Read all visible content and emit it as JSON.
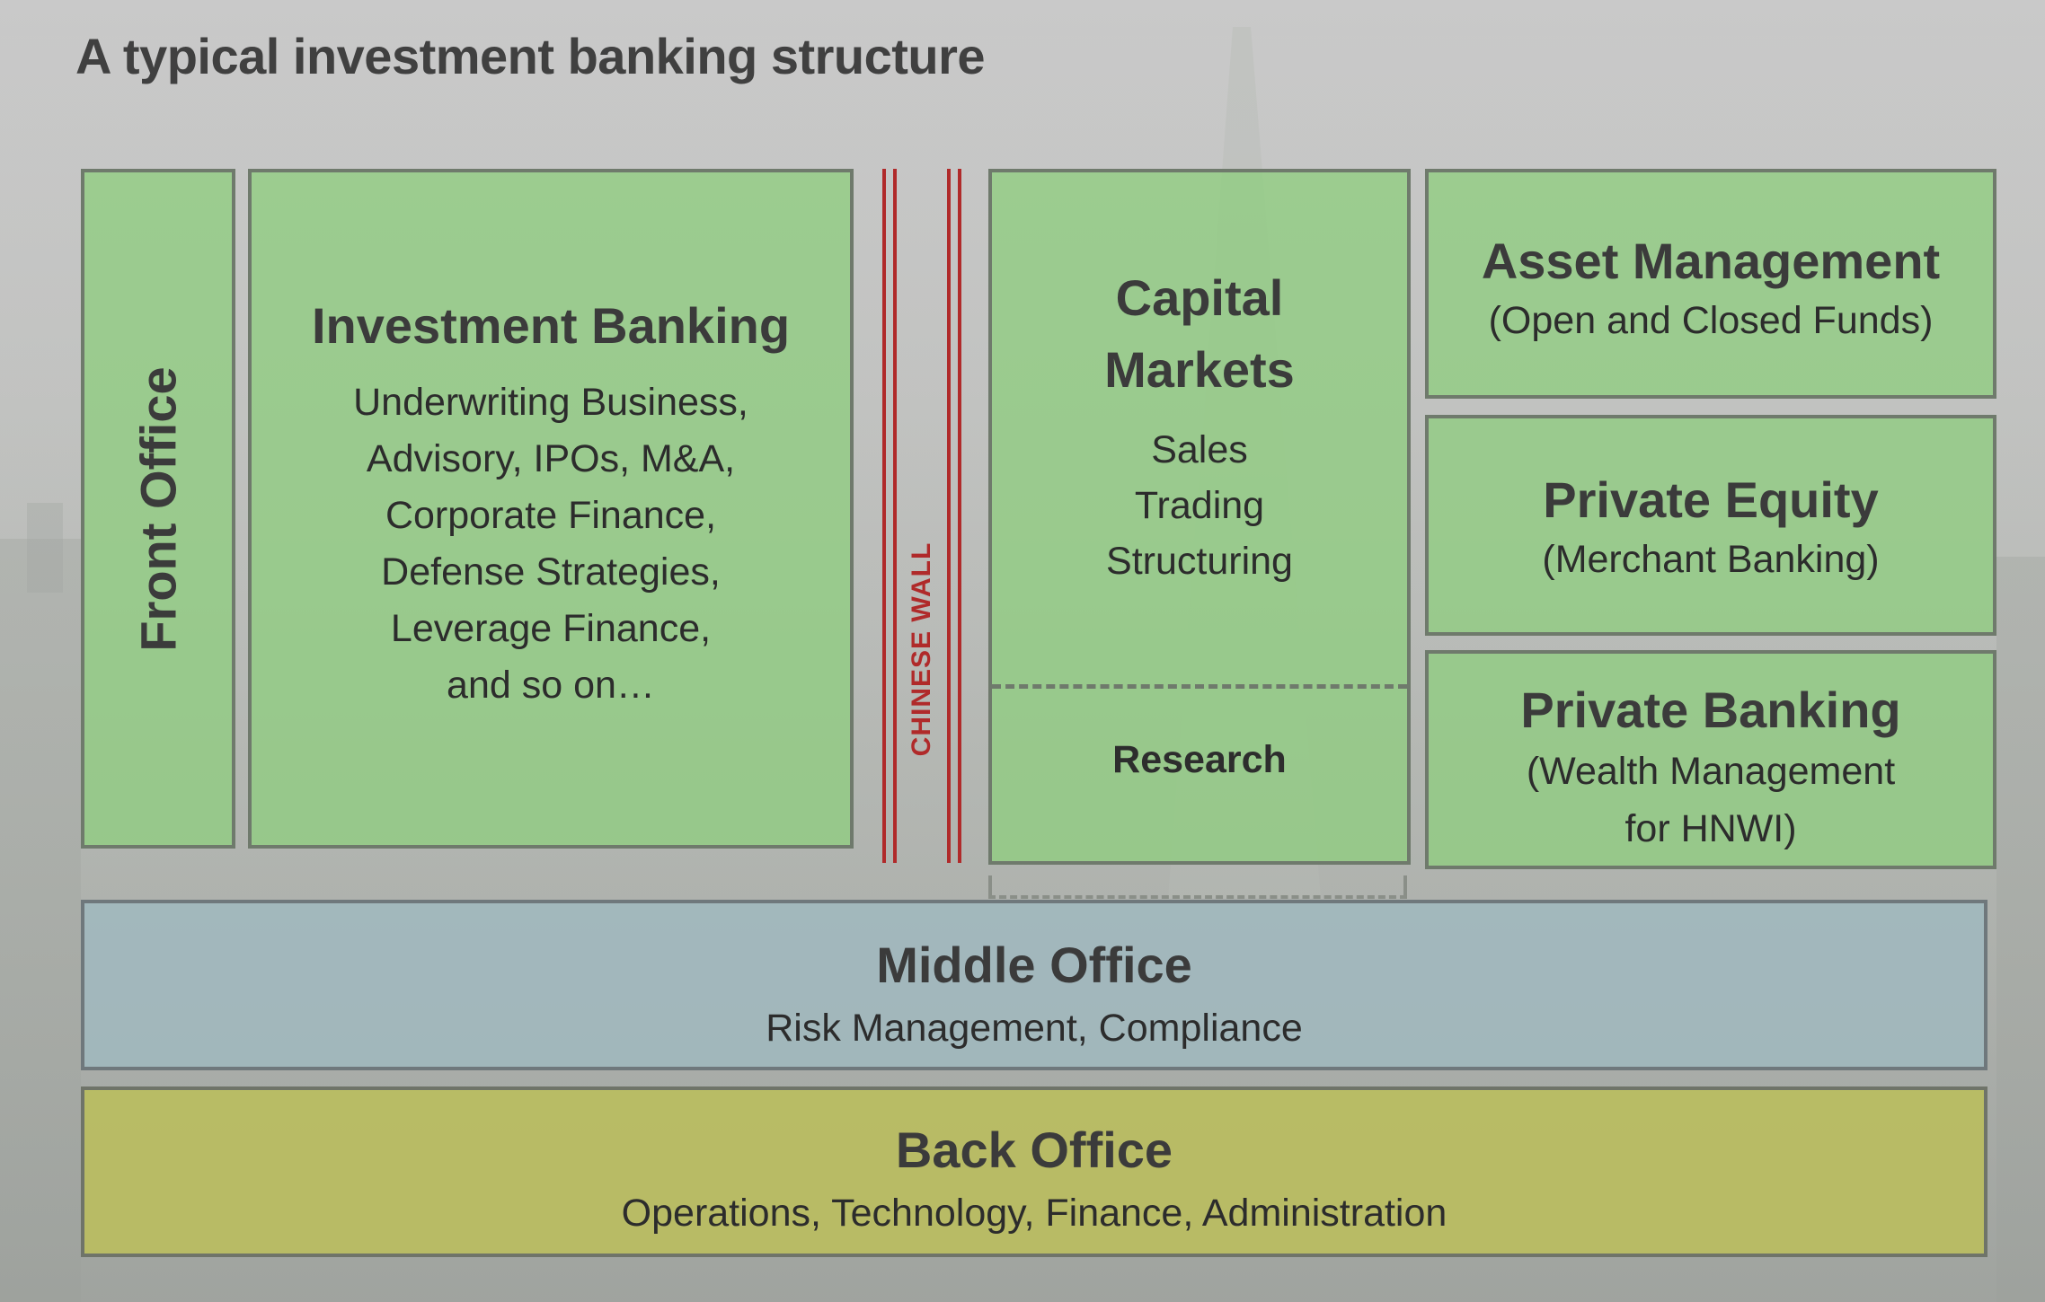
{
  "title": "A typical investment banking structure",
  "front_office": {
    "label": "Front Office"
  },
  "investment_banking": {
    "heading": "Investment Banking",
    "lines": [
      "Underwriting Business,",
      "Advisory, IPOs, M&A,",
      "Corporate Finance,",
      "Defense Strategies,",
      "Leverage Finance,",
      "and so on…"
    ]
  },
  "chinese_wall": {
    "label": "CHINESE WALL",
    "color": "#b02a2a"
  },
  "capital_markets": {
    "heading_line1": "Capital",
    "heading_line2": "Markets",
    "items": [
      "Sales",
      "Trading",
      "Structuring"
    ],
    "research": "Research"
  },
  "asset_management": {
    "heading": "Asset Management",
    "sub": "(Open and Closed Funds)"
  },
  "private_equity": {
    "heading": "Private Equity",
    "sub": "(Merchant Banking)"
  },
  "private_banking": {
    "heading": "Private Banking",
    "sub_line1": "(Wealth Management",
    "sub_line2": "for HNWI)"
  },
  "middle_office": {
    "heading": "Middle Office",
    "sub": "Risk Management, Compliance"
  },
  "back_office": {
    "heading": "Back Office",
    "sub": "Operations, Technology, Finance, Administration"
  },
  "colors": {
    "front_boxes": "#90cd80",
    "middle_office": "#a0b9be",
    "back_office": "#babd60",
    "border": "#6f7a6c"
  }
}
